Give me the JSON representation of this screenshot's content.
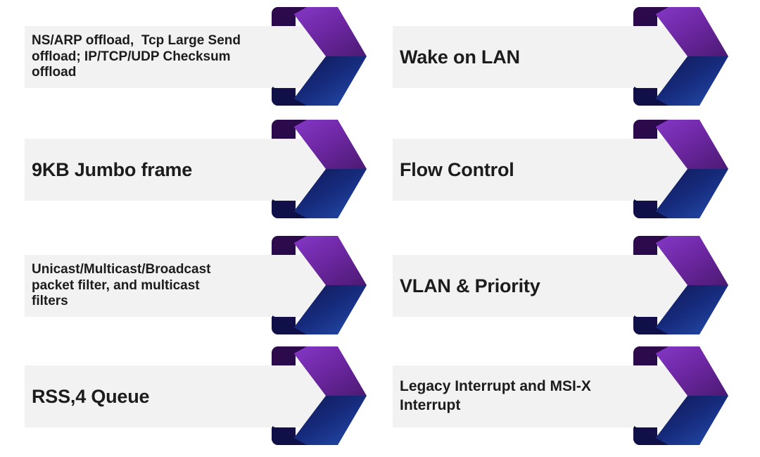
{
  "slide": {
    "background": "#ffffff",
    "box_background": "#f2f2f2",
    "text_color": "#1c1c1c"
  },
  "arrow_icon": {
    "name": "chevron-ribbon-right",
    "colors": {
      "purple_light": "#8639c9",
      "purple_mid": "#6f28a5",
      "purple_dark": "#4c1a73",
      "navy_dark": "#111550",
      "blue_mid": "#162b7d",
      "blue_light": "#2550b0",
      "bar_top": "#2d0a4b",
      "bar_bottom": "#0f1048"
    }
  },
  "items": [
    {
      "id": "nsarp-offload",
      "label": "NS/ARP offload,  Tcp Large Send\noffload; IP/TCP/UDP Checksum\noffload"
    },
    {
      "id": "wake-on-lan",
      "label": "Wake on LAN"
    },
    {
      "id": "jumbo-frame",
      "label": "9KB Jumbo frame"
    },
    {
      "id": "flow-control",
      "label": "Flow Control"
    },
    {
      "id": "packet-filter",
      "label": "Unicast/Multicast/Broadcast\npacket filter, and multicast\nfilters"
    },
    {
      "id": "vlan-priority",
      "label": "VLAN & Priority"
    },
    {
      "id": "rss-queue",
      "label": "RSS,4 Queue"
    },
    {
      "id": "legacy-interrupt",
      "label": "Legacy Interrupt and MSI-X\nInterrupt"
    }
  ]
}
